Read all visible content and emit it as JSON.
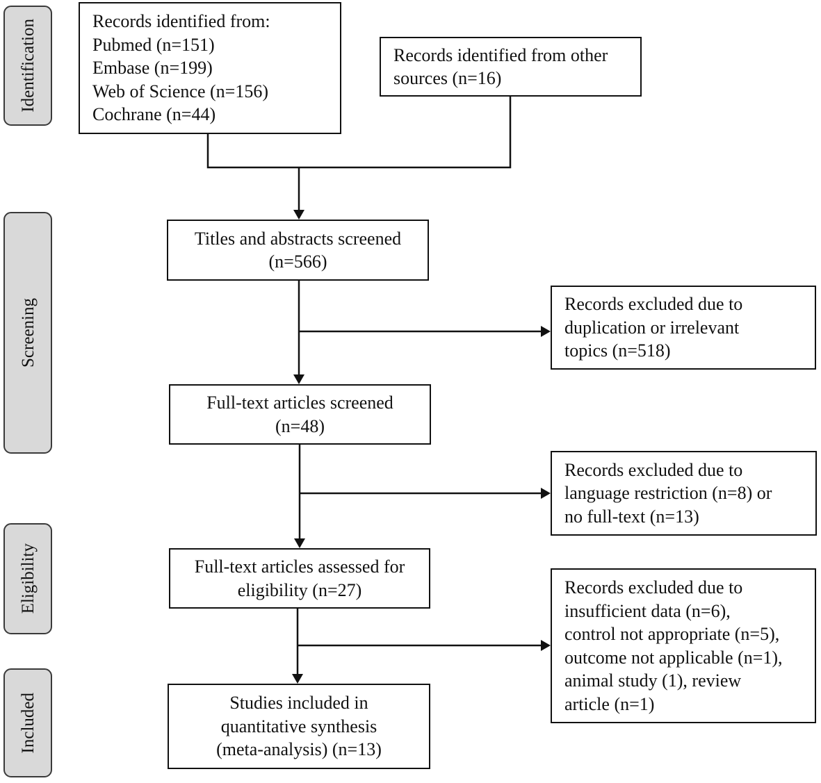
{
  "phases": [
    {
      "label": "Identification"
    },
    {
      "label": "Screening"
    },
    {
      "label": "Eligibility"
    },
    {
      "label": "Included"
    }
  ],
  "boxes": {
    "identified_databases": {
      "lines": [
        "Records identified from:",
        "Pubmed (n=151)",
        "Embase (n=199)",
        "Web of Science (n=156)",
        "Cochrane (n=44)"
      ]
    },
    "identified_other": {
      "lines": [
        "Records identified from other",
        "sources (n=16)"
      ]
    },
    "titles_abstracts_screened": {
      "lines": [
        "Titles and abstracts screened",
        "(n=566)"
      ]
    },
    "excluded_duplication": {
      "lines": [
        "Records excluded due to",
        "duplication or irrelevant",
        "topics (n=518)"
      ]
    },
    "fulltext_screened": {
      "lines": [
        "Full-text articles screened",
        "(n=48)"
      ]
    },
    "excluded_language": {
      "lines": [
        "Records excluded due to",
        "language restriction (n=8) or",
        "no full-text (n=13)"
      ]
    },
    "fulltext_eligibility": {
      "lines": [
        "Full-text articles assessed for",
        "eligibility (n=27)"
      ]
    },
    "excluded_insufficient": {
      "lines": [
        "Records excluded due to",
        "insufficient data (n=6),",
        "control not appropriate (n=5),",
        "outcome not applicable (n=1),",
        "animal study (1), review",
        "article (n=1)"
      ]
    },
    "studies_included": {
      "lines": [
        "Studies included in",
        "quantitative synthesis",
        "(meta-analysis) (n=13)"
      ]
    }
  },
  "colors": {
    "phase_fill": "#d9d9d9",
    "phase_border": "#3a3a3a",
    "line": "#111111"
  }
}
